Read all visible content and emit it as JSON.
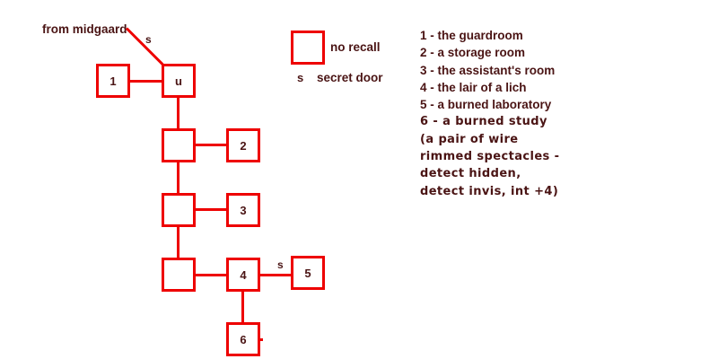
{
  "diagram": {
    "entrance_label": "from midgaard",
    "secret_marks": {
      "entrance": "s",
      "door_4_5": "s"
    },
    "nodes": [
      {
        "id": "room-1",
        "label": "1"
      },
      {
        "id": "room-u",
        "label": "u"
      },
      {
        "id": "room-a",
        "label": ""
      },
      {
        "id": "room-2",
        "label": "2"
      },
      {
        "id": "room-b",
        "label": ""
      },
      {
        "id": "room-3",
        "label": "3"
      },
      {
        "id": "room-c",
        "label": ""
      },
      {
        "id": "room-4",
        "label": "4"
      },
      {
        "id": "room-5",
        "label": "5"
      },
      {
        "id": "room-6",
        "label": "6"
      }
    ],
    "edges": [
      {
        "from": "midgaard",
        "to": "u",
        "type": "secret door"
      },
      {
        "from": "1",
        "to": "u",
        "type": "normal"
      },
      {
        "from": "u",
        "to": "unlabeled-a",
        "type": "normal"
      },
      {
        "from": "unlabeled-a",
        "to": "2",
        "type": "normal"
      },
      {
        "from": "unlabeled-a",
        "to": "unlabeled-b",
        "type": "normal"
      },
      {
        "from": "unlabeled-b",
        "to": "3",
        "type": "normal"
      },
      {
        "from": "unlabeled-b",
        "to": "unlabeled-c",
        "type": "normal"
      },
      {
        "from": "unlabeled-c",
        "to": "4",
        "type": "normal"
      },
      {
        "from": "4",
        "to": "5",
        "type": "secret door"
      },
      {
        "from": "4",
        "to": "6",
        "type": "normal"
      }
    ]
  },
  "legend": {
    "no_recall_label": "no recall",
    "secret_symbol": "s",
    "secret_label": "secret door"
  },
  "notes": {
    "lines": [
      "1 - the guardroom",
      "2 - a storage room",
      "3 - the assistant's room",
      "4 - the lair of a lich",
      "5 - a burned laboratory",
      "6 - a burned study",
      "(a pair of wire",
      "rimmed spectacles -",
      "detect hidden,",
      "detect invis, int +4)"
    ]
  },
  "colors": {
    "line_red": "#ee0000",
    "text_maroon": "#4a1414",
    "background": "#ffffff"
  }
}
